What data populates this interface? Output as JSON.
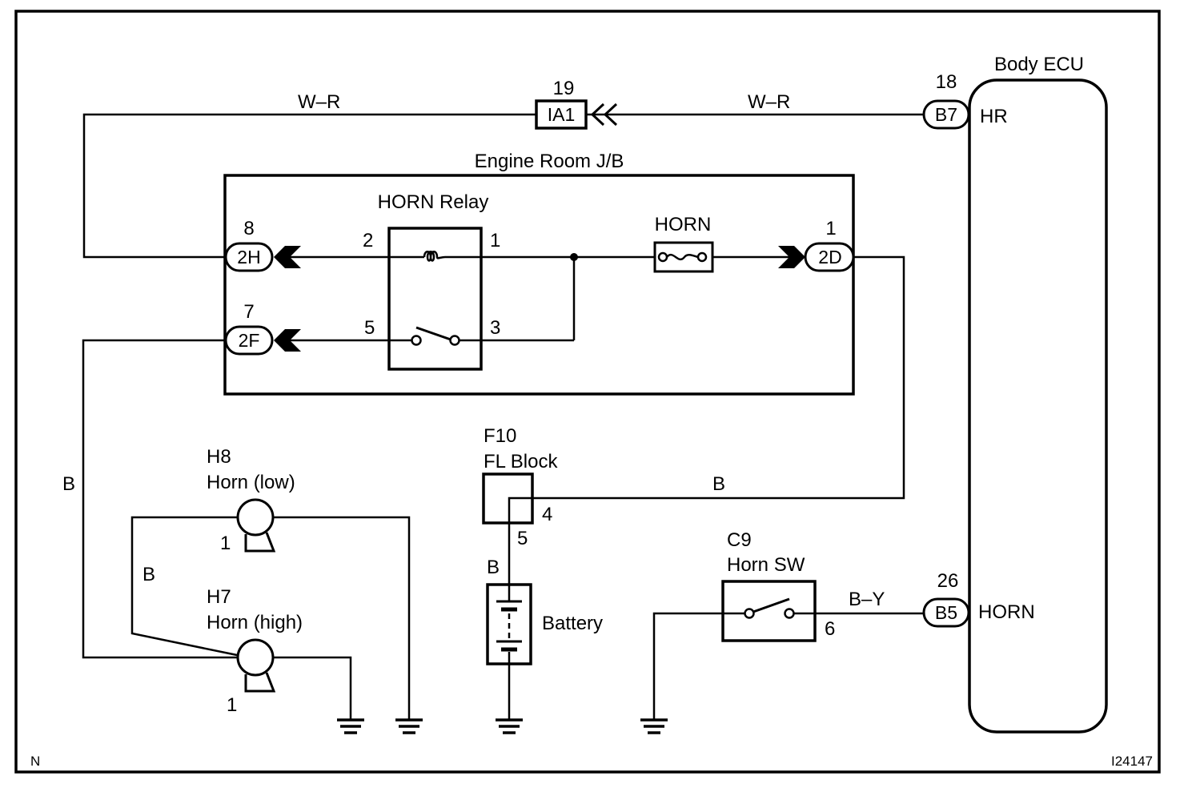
{
  "diagram": {
    "corner_left": "N",
    "figure_id": "I24147",
    "engine_room_jb": {
      "title": "Engine Room J/B",
      "relay_title": "HORN Relay",
      "relay_pins": {
        "p1": "1",
        "p2": "2",
        "p3": "3",
        "p5": "5"
      },
      "fuse_label": "HORN",
      "connectors": [
        {
          "code": "2H",
          "pin": "8"
        },
        {
          "code": "2F",
          "pin": "7"
        },
        {
          "code": "2D",
          "pin": "1"
        }
      ]
    },
    "junction_connector": {
      "code": "IA1",
      "pin": "19"
    },
    "body_ecu": {
      "title": "Body ECU",
      "terminals": [
        {
          "connector": "B7",
          "pin": "18",
          "name": "HR"
        },
        {
          "connector": "B5",
          "pin": "26",
          "name": "HORN"
        }
      ]
    },
    "wire_colors": {
      "top_left": "W–R",
      "top_right": "W–R",
      "left_vertical": "B",
      "horn_link": "B",
      "fl_to_2d": "B",
      "battery": "B",
      "horn_sw_to_ecu": "B–Y"
    },
    "horn_low": {
      "code": "H8",
      "name": "Horn (low)",
      "pin": "1"
    },
    "horn_high": {
      "code": "H7",
      "name": "Horn (high)",
      "pin": "1"
    },
    "fl_block": {
      "code": "F10",
      "name": "FL Block",
      "pin_out": "4",
      "pin_in": "5"
    },
    "battery": {
      "name": "Battery"
    },
    "horn_switch": {
      "code": "C9",
      "name": "Horn SW",
      "pin": "6"
    }
  }
}
